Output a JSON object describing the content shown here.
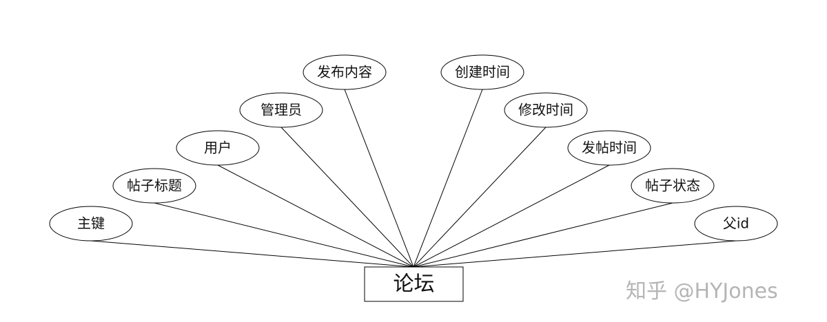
{
  "entity": {
    "name": "论坛"
  },
  "attributes": [
    {
      "label": "主键"
    },
    {
      "label": "帖子标题"
    },
    {
      "label": "用户"
    },
    {
      "label": "管理员"
    },
    {
      "label": "发布内容"
    },
    {
      "label": "创建时间"
    },
    {
      "label": "修改时间"
    },
    {
      "label": "发帖时间"
    },
    {
      "label": "帖子状态"
    },
    {
      "label": "父id"
    }
  ],
  "watermark": "知乎 @HYJones",
  "colors": {
    "stroke": "#000000",
    "background": "#ffffff",
    "watermark": "#b5b5b5"
  }
}
